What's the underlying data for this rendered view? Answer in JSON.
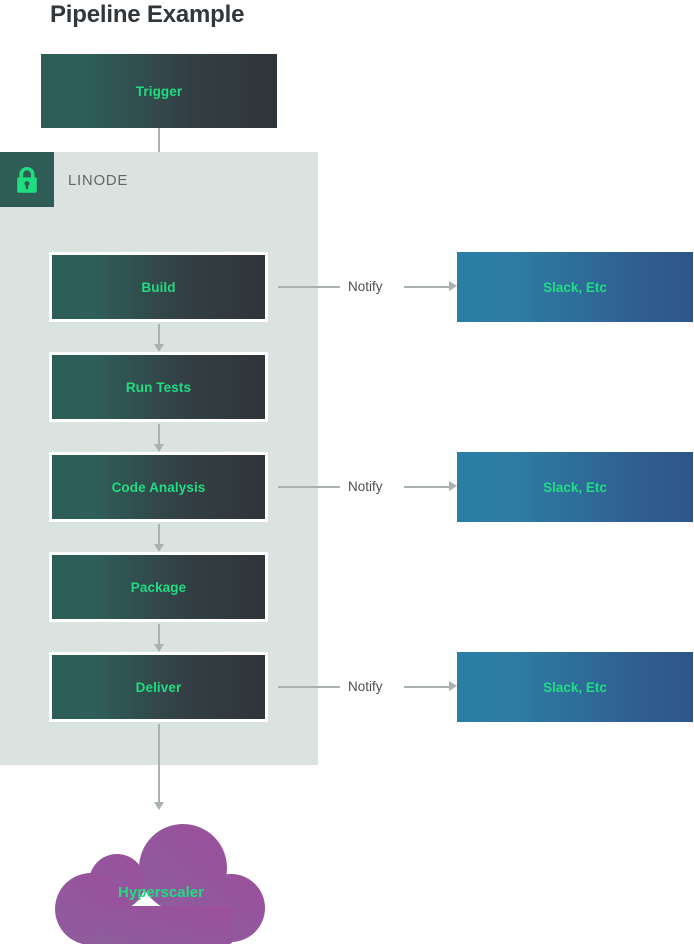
{
  "title": "Pipeline Example",
  "colors": {
    "accent_green": "#1fdd80",
    "panel_bg": "#dbe3e1",
    "stage_gradient_start": "#2d5d58",
    "stage_gradient_end": "#2f3539",
    "notify_gradient_start": "#2a7fa6",
    "notify_gradient_end": "#2f5589",
    "connector_gray": "#a9b2b0",
    "cloud_purple": "#96539c",
    "lock_badge_bg": "#2f5d56",
    "title_color": "#32373c"
  },
  "trigger": {
    "label": "Trigger"
  },
  "secured_zone": {
    "label": "LINODE",
    "icon": "lock-icon"
  },
  "pipeline": {
    "stages": [
      {
        "label": "Build"
      },
      {
        "label": "Run Tests"
      },
      {
        "label": "Code Analysis"
      },
      {
        "label": "Package"
      },
      {
        "label": "Deliver"
      }
    ]
  },
  "notifications": [
    {
      "label": "Notify",
      "target": "Slack, Etc",
      "from_stage": "Build"
    },
    {
      "label": "Notify",
      "target": "Slack, Etc",
      "from_stage": "Code Analysis"
    },
    {
      "label": "Notify",
      "target": "Slack, Etc",
      "from_stage": "Deliver"
    }
  ],
  "destination": {
    "label": "Hyperscaler",
    "shape": "cloud"
  }
}
